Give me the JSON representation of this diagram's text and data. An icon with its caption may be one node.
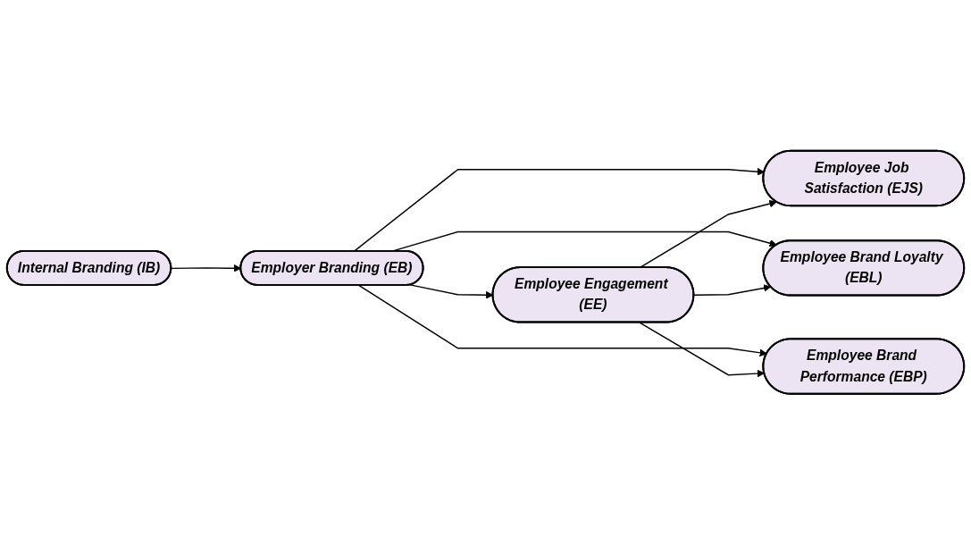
{
  "diagram": {
    "nodes": [
      {
        "text": [
          "Internal Branding (IB)"
        ]
      },
      {
        "text": [
          "Employer Branding (EB)"
        ]
      },
      {
        "text": [
          "Employee Engagement (EE)"
        ]
      },
      {
        "text": [
          "Employee Job Satisfaction (EJS)"
        ]
      },
      {
        "text": [
          "Employee Brand Loyalty (EBL)"
        ]
      },
      {
        "text": [
          "Employee Brand Performance (EBP)"
        ]
      }
    ],
    "edges": [
      {
        "from": 0,
        "to": 1,
        "arrow": "to"
      },
      {
        "from": 1,
        "to": 2,
        "arrow": "to"
      },
      {
        "from": 1,
        "to": 3,
        "arrow": "to"
      },
      {
        "from": 1,
        "to": 4,
        "arrow": "to"
      },
      {
        "from": 1,
        "to": 5,
        "arrow": "to"
      },
      {
        "from": 2,
        "to": 3,
        "arrow": "to"
      },
      {
        "from": 2,
        "to": 4,
        "arrow": "to"
      },
      {
        "from": 2,
        "to": 5,
        "arrow": "to"
      }
    ]
  }
}
